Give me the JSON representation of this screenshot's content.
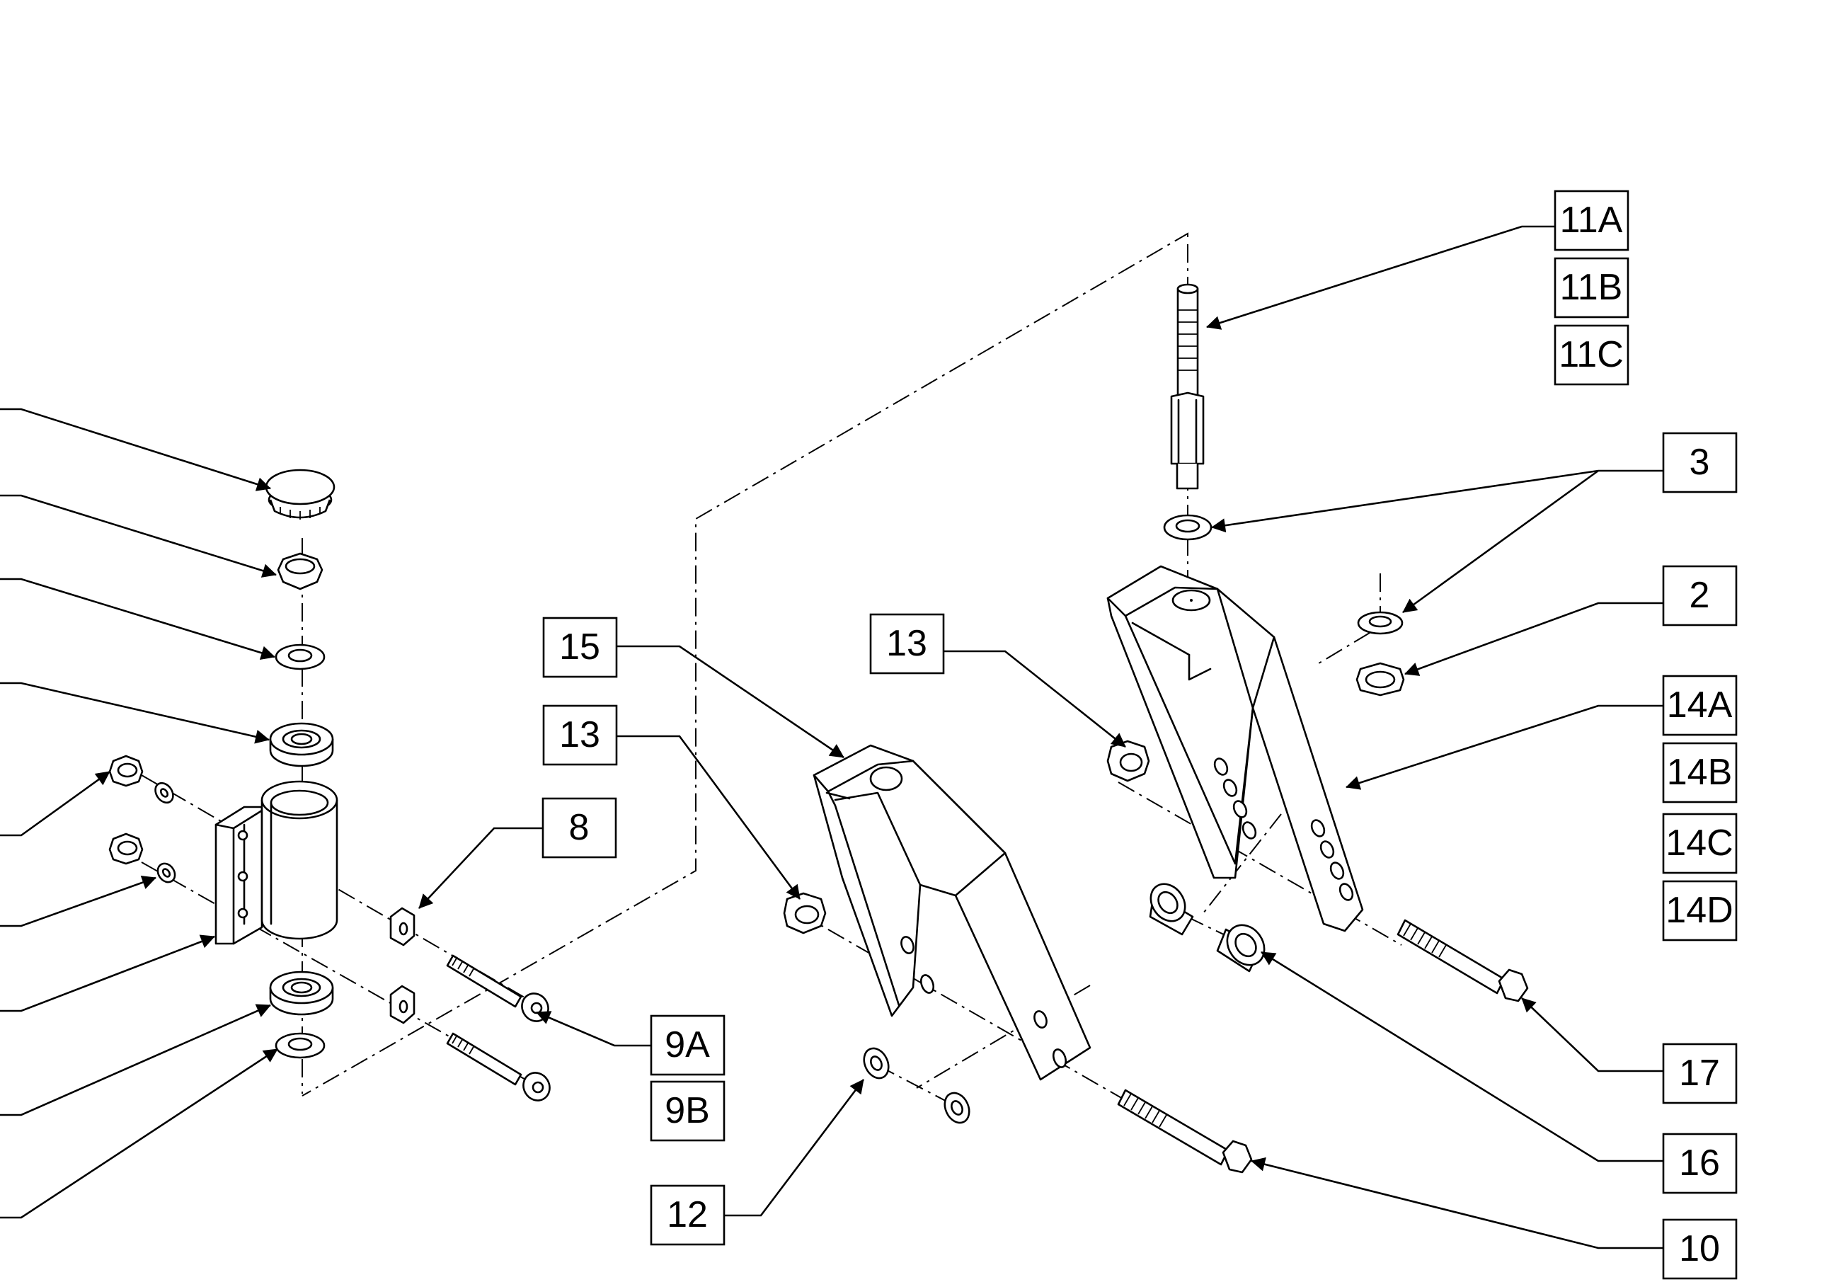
{
  "callouts": {
    "c11a": "11A",
    "c11b": "11B",
    "c11c": "11C",
    "c3": "3",
    "c2": "2",
    "c14a": "14A",
    "c14b": "14B",
    "c14c": "14C",
    "c14d": "14D",
    "c13_right": "13",
    "c15": "15",
    "c13_left": "13",
    "c8": "8",
    "c9a": "9A",
    "c9b": "9B",
    "c12": "12",
    "c17": "17",
    "c16": "16",
    "c10": "10"
  }
}
